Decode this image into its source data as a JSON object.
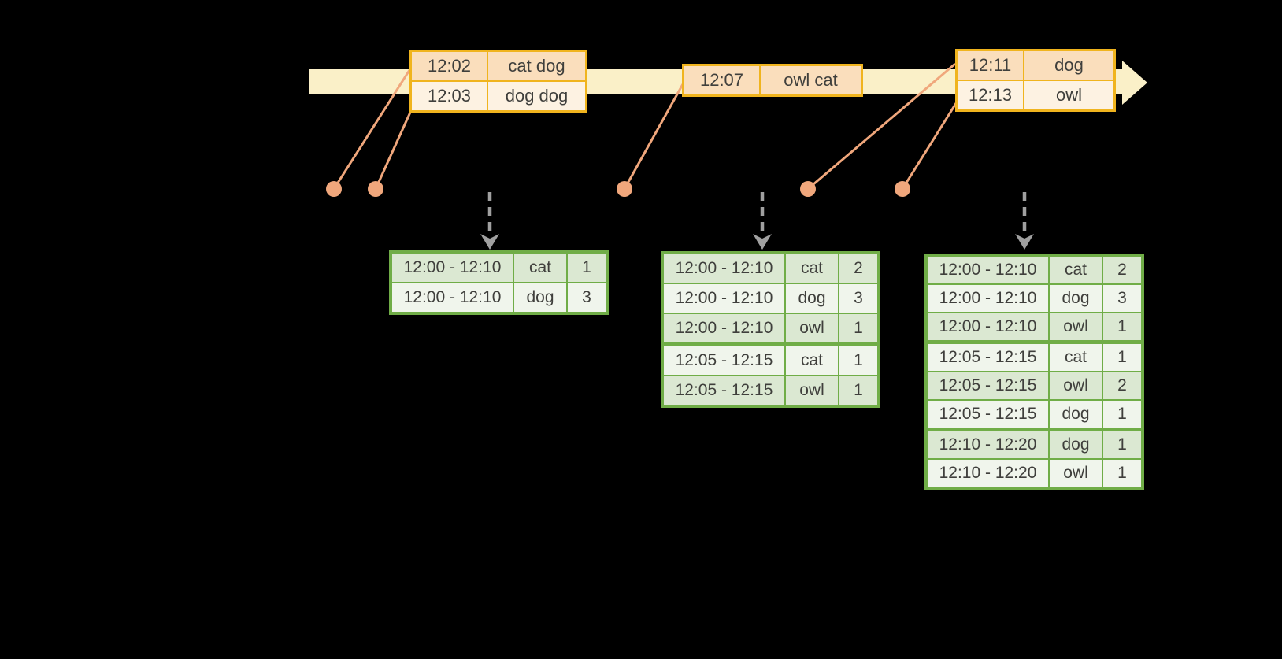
{
  "colors": {
    "background": "#000000",
    "timeline_fill": "#FAF0C8",
    "event_border": "#F0B41E",
    "event_row_fill": "#FADEBC",
    "event_row_alt_fill": "#FDF2E2",
    "marker": "#F0A77C",
    "result_border": "#70AD47",
    "result_row_fill": "#DBE8D2",
    "result_row_alt_fill": "#F0F5EC",
    "trigger_arrow": "#A0A0A0",
    "text": "#3F3F3C"
  },
  "timeline_batches": [
    {
      "rows": [
        {
          "time": "12:02",
          "words": "cat dog"
        },
        {
          "time": "12:03",
          "words": "dog dog"
        }
      ]
    },
    {
      "rows": [
        {
          "time": "12:07",
          "words": "owl cat"
        }
      ]
    },
    {
      "rows": [
        {
          "time": "12:11",
          "words": "dog"
        },
        {
          "time": "12:13",
          "words": "owl"
        }
      ]
    }
  ],
  "result_tables": [
    {
      "rows": [
        {
          "window": "12:00 - 12:10",
          "word": "cat",
          "count": 1
        },
        {
          "window": "12:00 - 12:10",
          "word": "dog",
          "count": 3
        }
      ]
    },
    {
      "rows": [
        {
          "window": "12:00 - 12:10",
          "word": "cat",
          "count": 2
        },
        {
          "window": "12:00 - 12:10",
          "word": "dog",
          "count": 3
        },
        {
          "window": "12:00 - 12:10",
          "word": "owl",
          "count": 1
        },
        {
          "window": "12:05 - 12:15",
          "word": "cat",
          "count": 1
        },
        {
          "window": "12:05 - 12:15",
          "word": "owl",
          "count": 1
        }
      ]
    },
    {
      "rows": [
        {
          "window": "12:00 - 12:10",
          "word": "cat",
          "count": 2
        },
        {
          "window": "12:00 - 12:10",
          "word": "dog",
          "count": 3
        },
        {
          "window": "12:00 - 12:10",
          "word": "owl",
          "count": 1
        },
        {
          "window": "12:05 - 12:15",
          "word": "cat",
          "count": 1
        },
        {
          "window": "12:05 - 12:15",
          "word": "owl",
          "count": 2
        },
        {
          "window": "12:05 - 12:15",
          "word": "dog",
          "count": 1
        },
        {
          "window": "12:10 - 12:20",
          "word": "dog",
          "count": 1
        },
        {
          "window": "12:10 - 12:20",
          "word": "owl",
          "count": 1
        }
      ]
    }
  ]
}
